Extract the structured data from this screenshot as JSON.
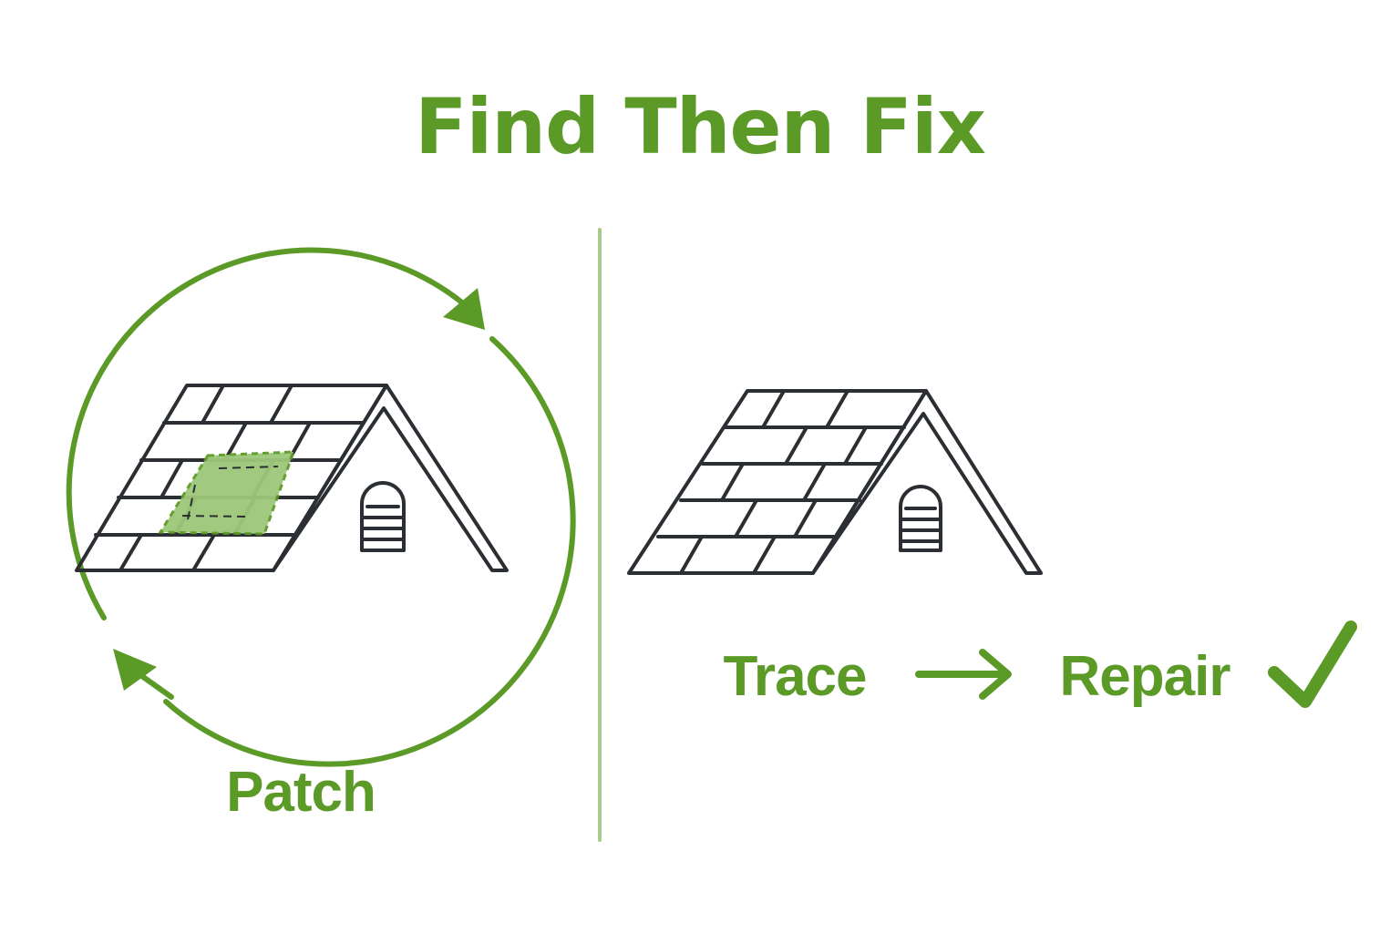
{
  "title": "Find Then Fix",
  "left_panel": {
    "caption": "Patch",
    "icons": [
      "roof-icon",
      "patch-icon",
      "vent-icon",
      "cycle-arrow-icon"
    ]
  },
  "right_panel": {
    "step_1": "Trace",
    "step_2": "Repair",
    "icons": [
      "roof-icon",
      "vent-icon",
      "arrow-right-icon",
      "checkmark-icon"
    ]
  },
  "colors": {
    "green": "#5c9a27",
    "divider": "#a9cc8c",
    "patch_fill": "#9dc87a",
    "ink": "#2b2f33",
    "background": "#ffffff"
  }
}
